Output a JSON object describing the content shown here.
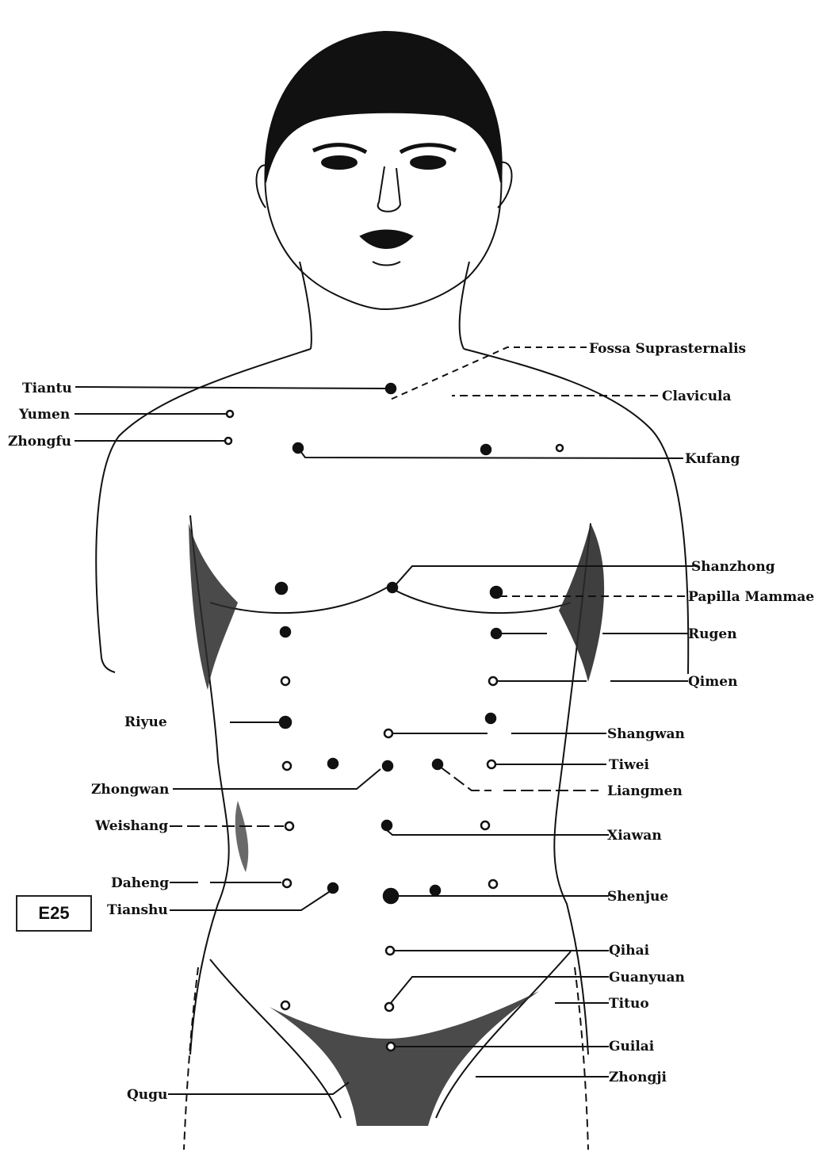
{
  "figure_code": "E25",
  "labels": {
    "fossa_suprasternalis": "Fossa Suprasternalis",
    "clavicula": "Clavicula",
    "tiantu": "Tiantu",
    "yumen": "Yumen",
    "zhongfu": "Zhongfu",
    "kufang": "Kufang",
    "shanzhong": "Shanzhong",
    "papilla_mammae": "Papilla Mammae",
    "rugen": "Rugen",
    "qimen": "Qimen",
    "riyue": "Riyue",
    "shangwan": "Shangwan",
    "tiwei": "Tiwei",
    "zhongwan": "Zhongwan",
    "liangmen": "Liangmen",
    "weishang": "Weishang",
    "xiawan": "Xiawan",
    "daheng": "Daheng",
    "tianshu": "Tianshu",
    "shenjue": "Shenjue",
    "qihai": "Qihai",
    "guanyuan": "Guanyuan",
    "tituo": "Tituo",
    "guilai": "Guilai",
    "zhongji": "Zhongji",
    "qugu": "Qugu"
  },
  "colors": {
    "ink": "#111111",
    "shade": "#2a2a2a",
    "background": "#ffffff"
  }
}
